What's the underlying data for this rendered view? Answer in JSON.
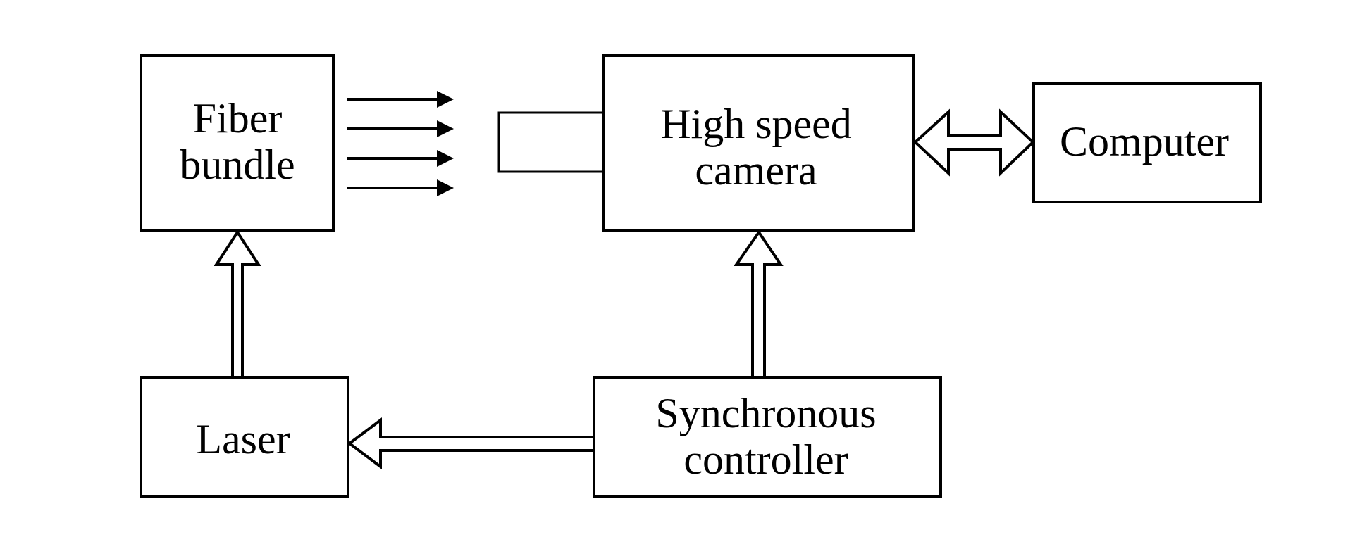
{
  "diagram": {
    "blocks": {
      "fiber_bundle": {
        "lines": [
          "Fiber",
          "bundle"
        ]
      },
      "camera": {
        "lines": [
          "High speed",
          "camera"
        ]
      },
      "computer": {
        "lines": [
          "Computer"
        ]
      },
      "laser": {
        "lines": [
          "Laser"
        ]
      },
      "sync_controller": {
        "lines": [
          "Synchronous",
          "controller"
        ]
      }
    },
    "connections": [
      {
        "from": "Laser",
        "to": "Fiber bundle",
        "style": "hollow-arrow"
      },
      {
        "from": "Synchronous controller",
        "to": "High speed camera",
        "style": "hollow-arrow"
      },
      {
        "from": "Synchronous controller",
        "to": "Laser",
        "style": "hollow-arrow"
      },
      {
        "from": "High speed camera",
        "to": "Computer",
        "style": "hollow-double-arrow"
      },
      {
        "from": "Fiber bundle",
        "to": "High speed camera",
        "style": "light-rays",
        "count": 4
      }
    ]
  }
}
